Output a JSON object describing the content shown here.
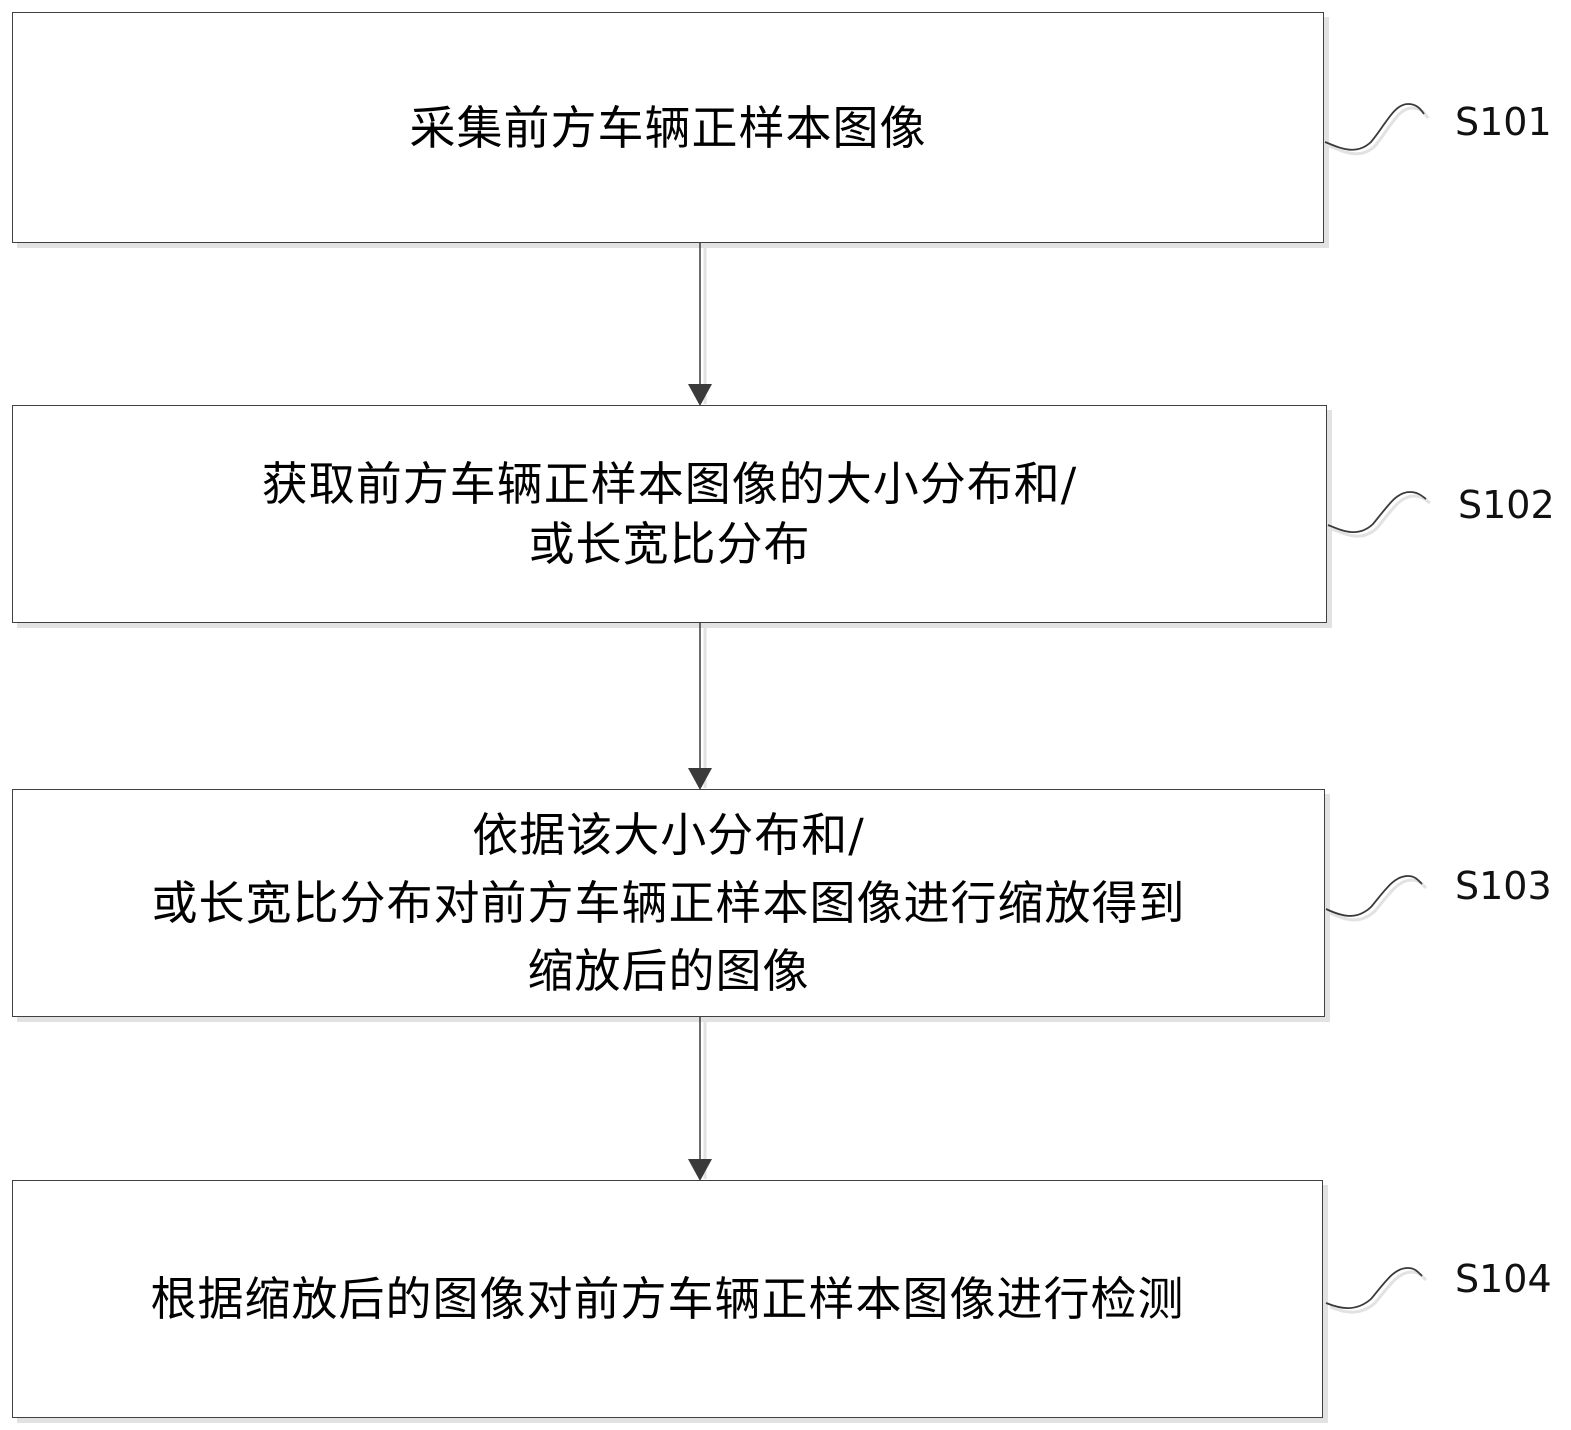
{
  "diagram": {
    "type": "flowchart",
    "direction": "top-to-bottom",
    "steps": [
      {
        "id": "S101",
        "label": "S101",
        "text": "采集前方车辆正样本图像"
      },
      {
        "id": "S102",
        "label": "S102",
        "text": "获取前方车辆正样本图像的大小分布和/\n或长宽比分布"
      },
      {
        "id": "S103",
        "label": "S103",
        "text": "依据该大小分布和/\n或长宽比分布对前方车辆正样本图像进行缩放得到\n缩放后的图像"
      },
      {
        "id": "S104",
        "label": "S104",
        "text": "根据缩放后的图像对前方车辆正样本图像进行检测"
      }
    ],
    "edges": [
      {
        "from": "S101",
        "to": "S102"
      },
      {
        "from": "S102",
        "to": "S103"
      },
      {
        "from": "S103",
        "to": "S104"
      }
    ],
    "colors": {
      "border": "#404040",
      "shadow": "#e2e2e2",
      "arrow": "#3a3a3a",
      "background": "#ffffff"
    }
  }
}
